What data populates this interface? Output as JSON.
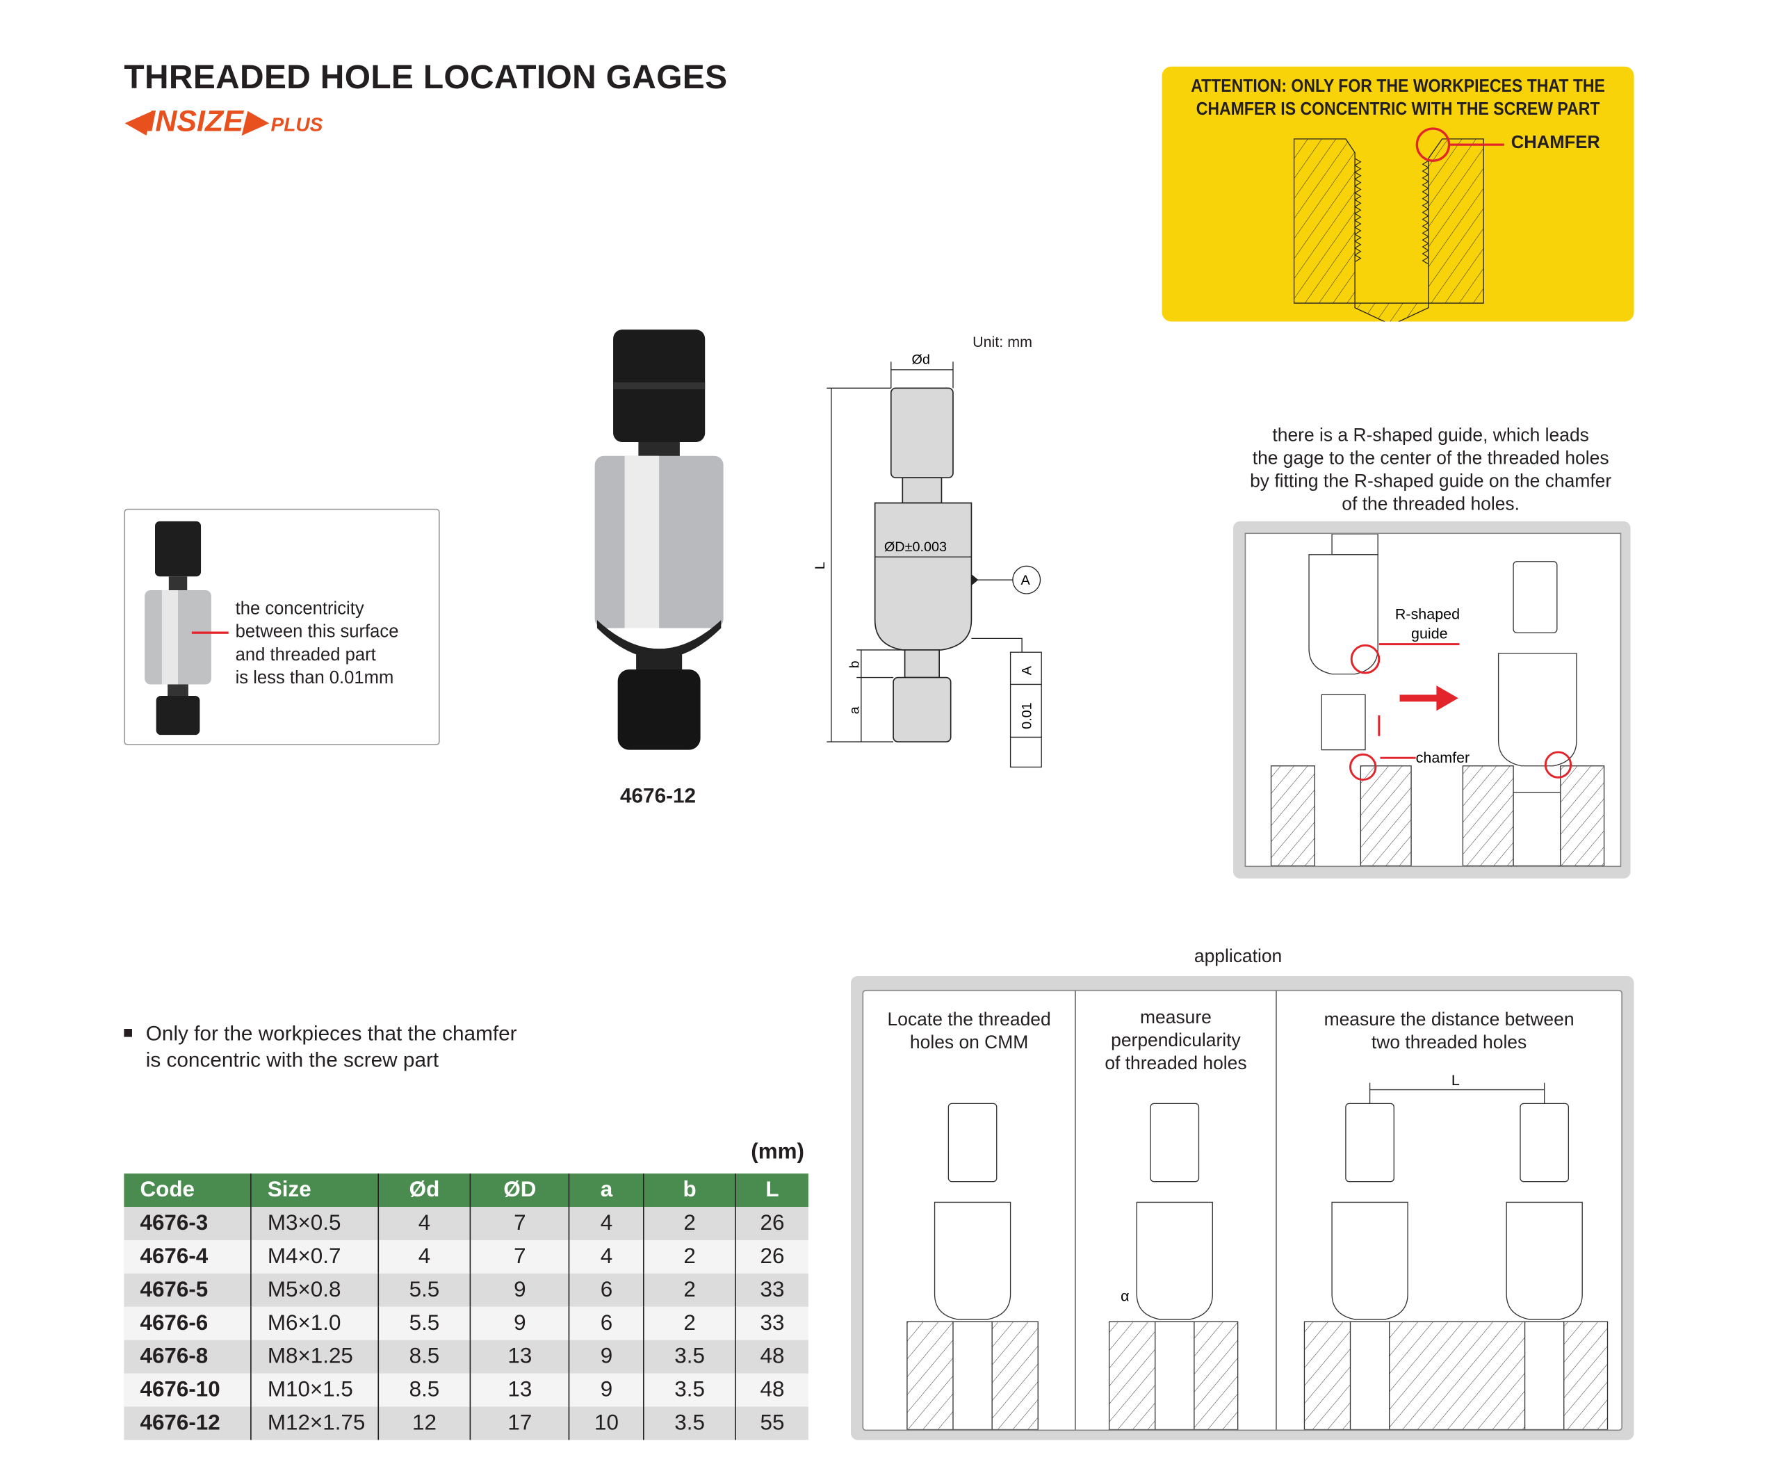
{
  "header": {
    "title": "THREADED HOLE LOCATION GAGES",
    "brand": "INSIZE",
    "brand_suffix": "PLUS"
  },
  "attention": {
    "line1": "ATTENTION: ONLY FOR THE WORKPIECES THAT THE",
    "line2": "CHAMFER IS CONCENTRIC WITH THE SCREW PART",
    "chamfer_label": "CHAMFER"
  },
  "concentricity": {
    "line1": "the concentricity",
    "line2": "between this surface",
    "line3": "and threaded part",
    "line4": "is less than 0.01mm"
  },
  "product": {
    "model": "4676-12"
  },
  "drawing": {
    "unit": "Unit: mm",
    "d_label": "Ød",
    "D_label": "ØD±0.003",
    "datum": "A",
    "L": "L",
    "a": "a",
    "b": "b",
    "tolerance": "0.01",
    "tol_datum": "A"
  },
  "rguide": {
    "line1": "there is a R-shaped guide, which leads",
    "line2": "the gage to the center of the threaded holes",
    "line3": "by fitting the R-shaped guide on the chamfer",
    "line4": "of the threaded holes.",
    "label_guide1": "R-shaped",
    "label_guide2": "guide",
    "label_chamfer": "chamfer"
  },
  "application": {
    "title": "application",
    "panels": [
      {
        "line1": "Locate the threaded",
        "line2": "holes on CMM"
      },
      {
        "line1": "measure",
        "line2": "perpendicularity",
        "line3": "of threaded holes",
        "alpha": "α"
      },
      {
        "line1": "measure the distance between",
        "line2": "two threaded holes",
        "L": "L"
      }
    ]
  },
  "note": {
    "line1": "Only for the workpieces that the chamfer",
    "line2": "is concentric with the screw part"
  },
  "table": {
    "unit": "(mm)",
    "headers": [
      "Code",
      "Size",
      "Ød",
      "ØD",
      "a",
      "b",
      "L"
    ],
    "rows": [
      [
        "4676-3",
        "M3×0.5",
        "4",
        "7",
        "4",
        "2",
        "26"
      ],
      [
        "4676-4",
        "M4×0.7",
        "4",
        "7",
        "4",
        "2",
        "26"
      ],
      [
        "4676-5",
        "M5×0.8",
        "5.5",
        "9",
        "6",
        "2",
        "33"
      ],
      [
        "4676-6",
        "M6×1.0",
        "5.5",
        "9",
        "6",
        "2",
        "33"
      ],
      [
        "4676-8",
        "M8×1.25",
        "8.5",
        "13",
        "9",
        "3.5",
        "48"
      ],
      [
        "4676-10",
        "M10×1.5",
        "8.5",
        "13",
        "9",
        "3.5",
        "48"
      ],
      [
        "4676-12",
        "M12×1.75",
        "12",
        "17",
        "10",
        "3.5",
        "55"
      ]
    ]
  },
  "colors": {
    "accent": "#e8501e",
    "attention_bg": "#f9d30a",
    "table_header": "#4a8b4f",
    "red": "#e3242b"
  }
}
